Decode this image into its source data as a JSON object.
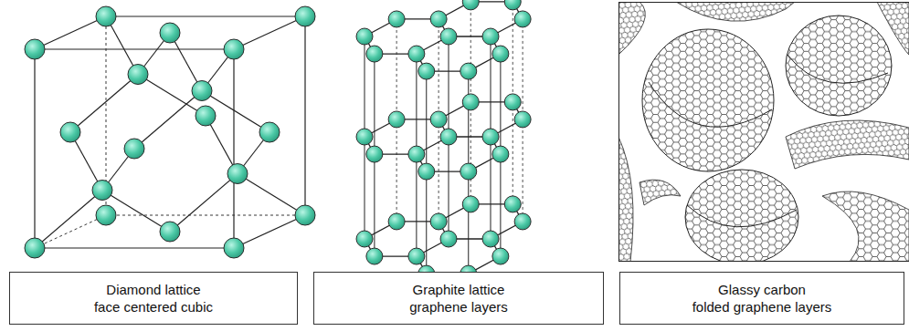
{
  "diagram": {
    "nodes": [
      {
        "text": [
          "Diamond lattice",
          "face centered cubic"
        ]
      },
      {
        "text": [
          "Graphite lattice",
          "graphene layers"
        ]
      },
      {
        "text": [
          "Glassy carbon",
          "folded graphene layers"
        ]
      }
    ]
  }
}
